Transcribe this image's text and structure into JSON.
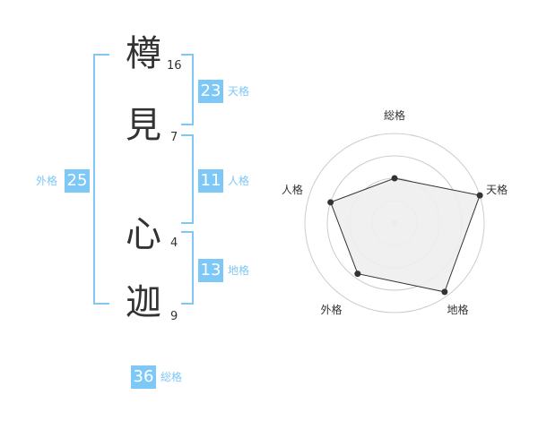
{
  "name_chars": [
    {
      "char": "樽",
      "strokes": "16"
    },
    {
      "char": "見",
      "strokes": "7"
    },
    {
      "char": "心",
      "strokes": "4"
    },
    {
      "char": "迦",
      "strokes": "9"
    }
  ],
  "fortunes": {
    "tenkaku": {
      "value": "23",
      "label": "天格"
    },
    "jinkaku": {
      "value": "11",
      "label": "人格"
    },
    "chikaku": {
      "value": "13",
      "label": "地格"
    },
    "gaikaku": {
      "value": "25",
      "label": "外格"
    },
    "soukaku": {
      "value": "36",
      "label": "総格"
    }
  },
  "colors": {
    "accent": "#7ec8f7",
    "text": "#333333"
  },
  "chart_data": {
    "type": "radar",
    "axes": [
      "総格",
      "天格",
      "地格",
      "外格",
      "人格"
    ],
    "values": [
      0.5,
      1.0,
      0.95,
      0.7,
      0.75
    ],
    "rings": 4
  }
}
